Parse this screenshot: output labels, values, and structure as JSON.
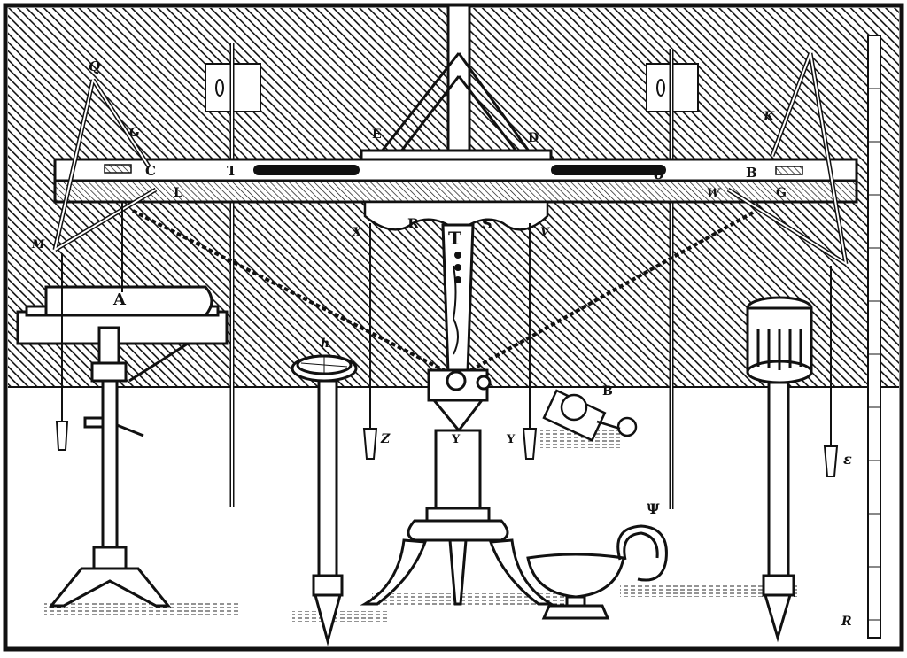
{
  "figure": {
    "style": "black-and-white woodcut engraving",
    "ink_color": "#111111",
    "paper_color": "#ffffff",
    "labels": {
      "a": "A",
      "b": "B",
      "c": "C",
      "d": "D",
      "e": "E",
      "g": "G",
      "k": "K",
      "l": "L",
      "m": "M",
      "q": "Q",
      "r": "R",
      "s": "S",
      "t_beam": "T",
      "t_pillar": "T",
      "v": "V",
      "x": "X",
      "y_left": "Y",
      "y_right": "Y",
      "z": "Z",
      "sigma": "σ",
      "psi": "Ψ",
      "epsilon": "ε",
      "h": "h",
      "b_small": "B",
      "w": "W",
      "r_corner": "R"
    }
  }
}
